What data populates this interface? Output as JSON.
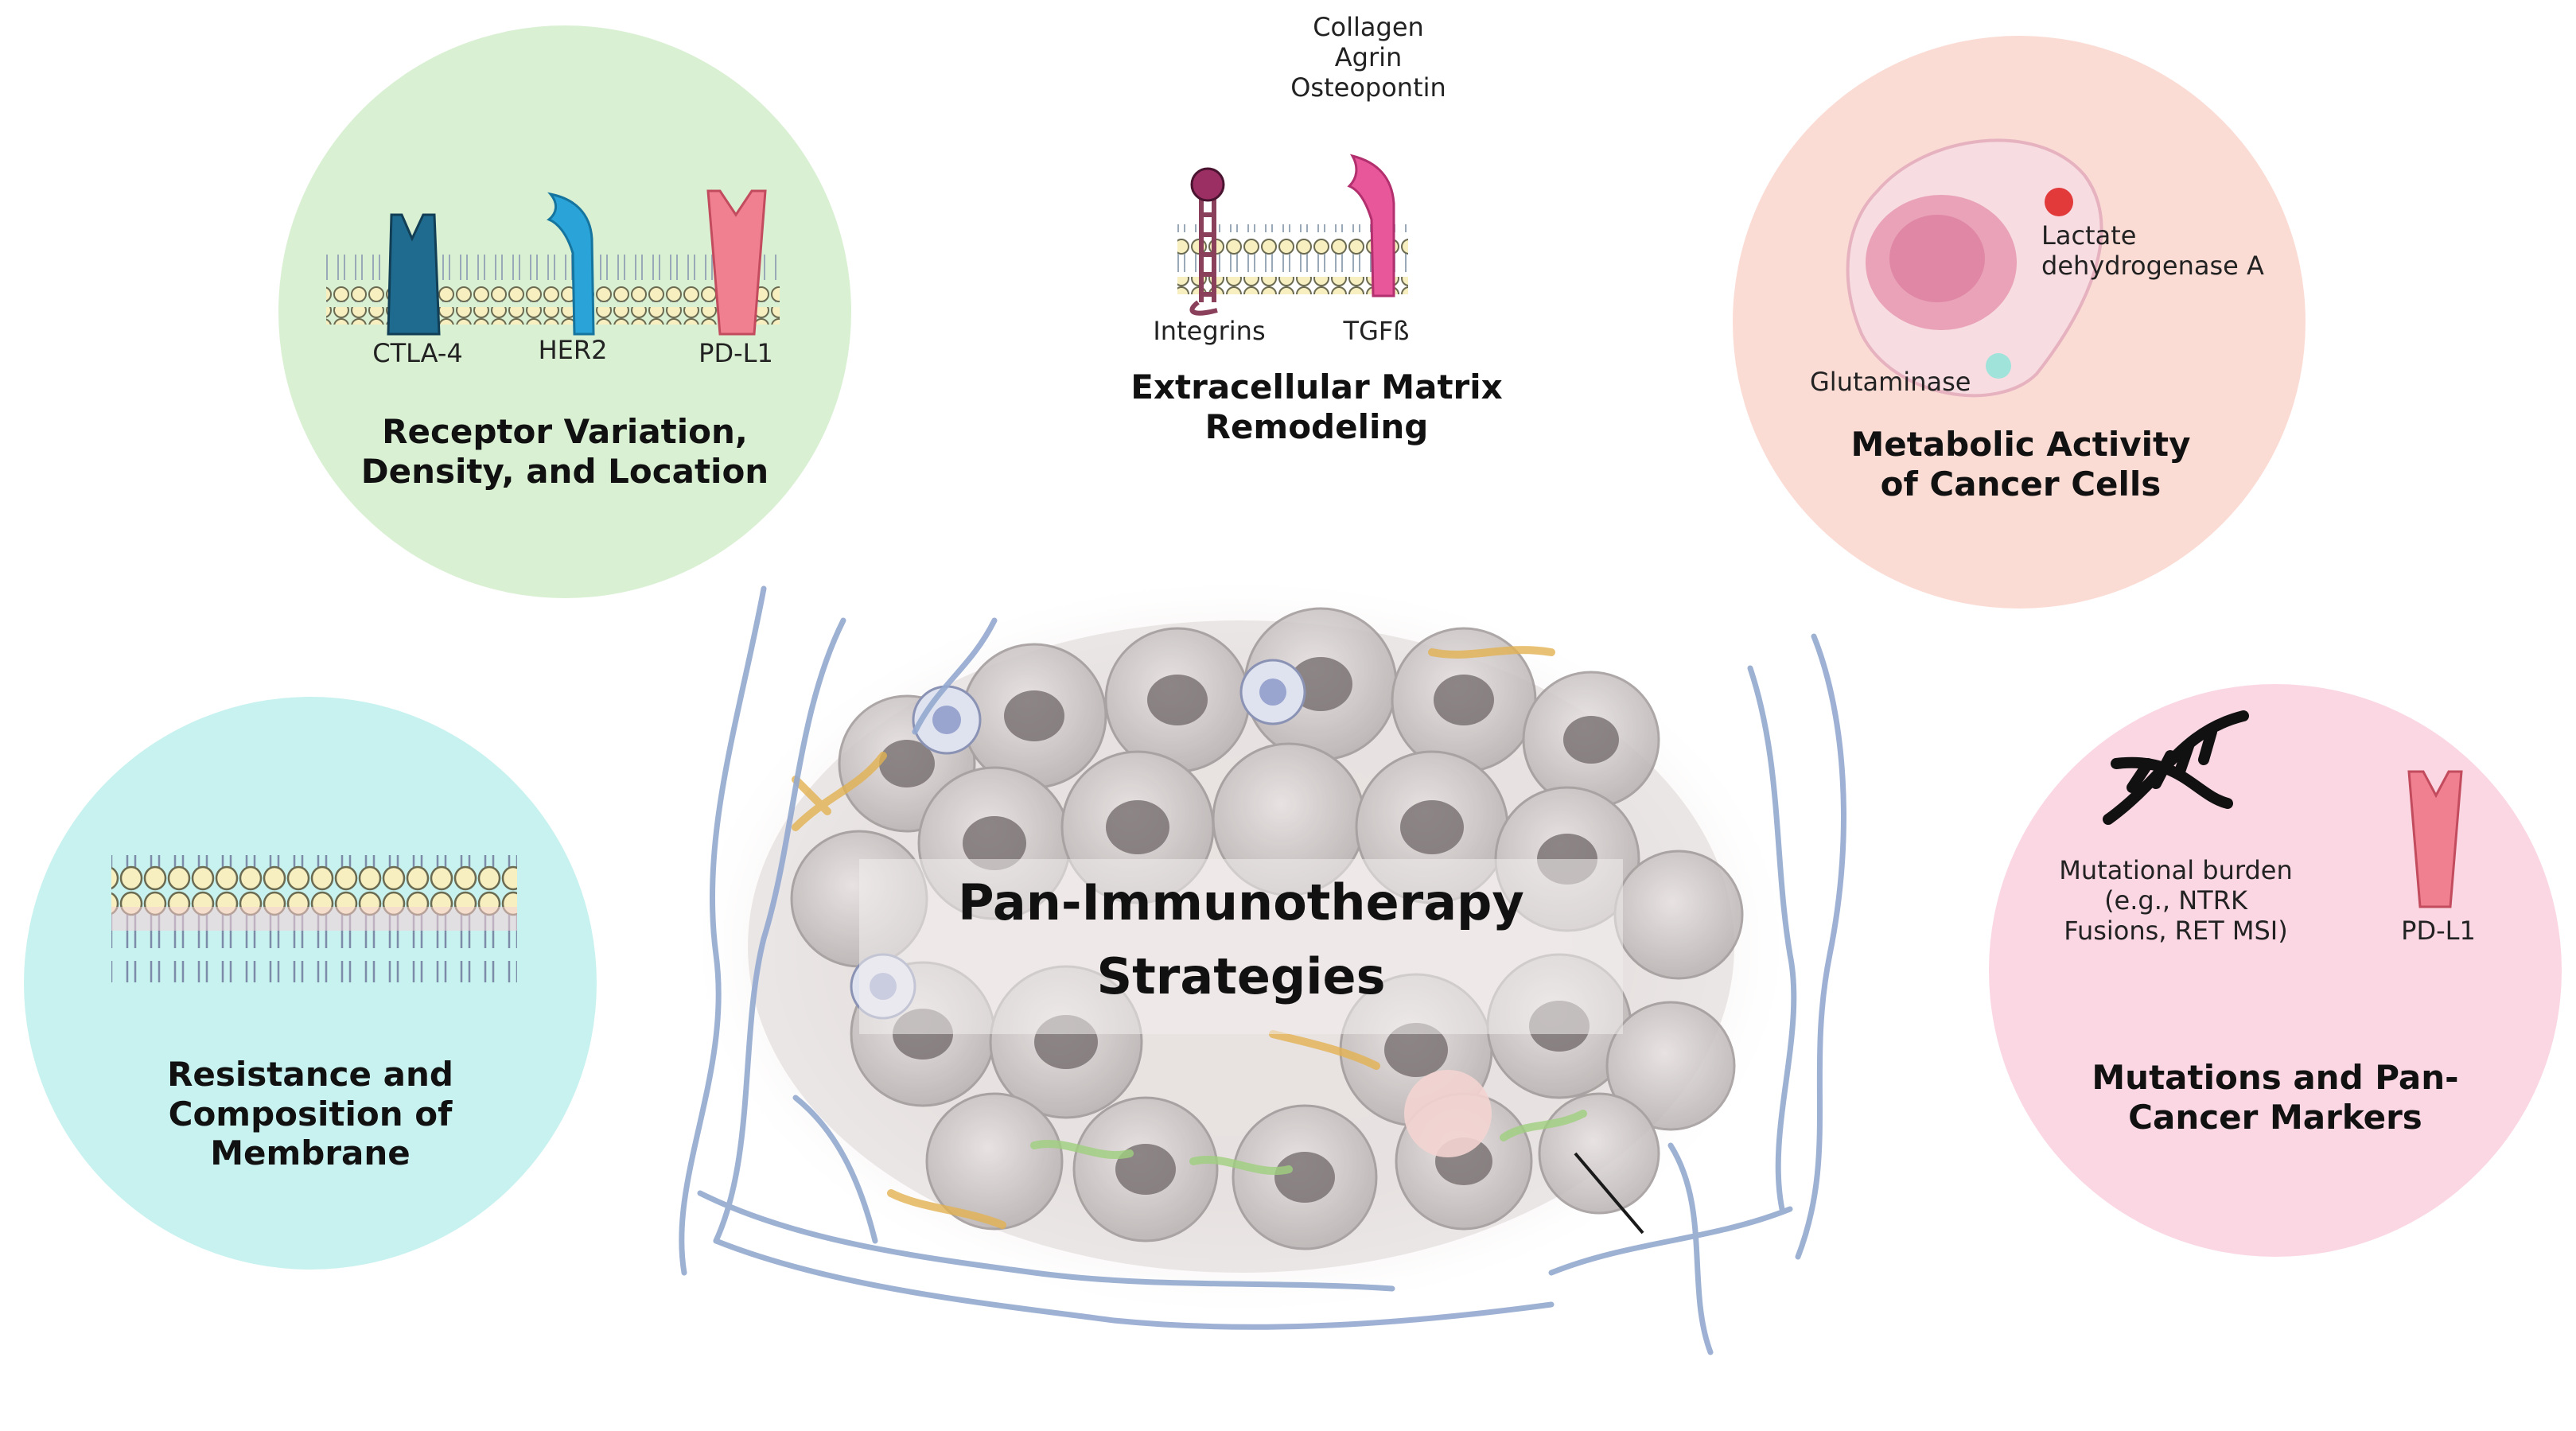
{
  "center": {
    "title_line1": "Pan-Immunotherapy",
    "title_line2": "Strategies"
  },
  "receptor": {
    "ctla4": "CTLA-4",
    "her2": "HER2",
    "pdl1": "PD-L1",
    "title_line1": "Receptor Variation,",
    "title_line2": "Density, and Location"
  },
  "ecm": {
    "collagen": "Collagen",
    "agrin": "Agrin",
    "osteopontin": "Osteopontin",
    "integrins": "Integrins",
    "tgfb": "TGFß",
    "title_line1": "Extracellular Matrix",
    "title_line2": "Remodeling"
  },
  "metabolic": {
    "lactate_line1": "Lactate",
    "lactate_line2": "dehydrogenase A",
    "glutaminase": "Glutaminase",
    "title_line1": "Metabolic Activity",
    "title_line2": "of Cancer Cells"
  },
  "membrane": {
    "title_line1": "Resistance and",
    "title_line2": "Composition of",
    "title_line3": "Membrane"
  },
  "mutations": {
    "burden_line1": "Mutational burden",
    "burden_line2": "(e.g., NTRK",
    "burden_line3": "Fusions, RET MSI)",
    "pdl1": "PD-L1",
    "title_line1": "Mutations and Pan-",
    "title_line2": "Cancer Markers"
  },
  "colors": {
    "green_circle": "#d9f0d3",
    "cyan_circle": "#c8f2ef",
    "peach_circle": "#fbdcd4",
    "pink_circle": "#fbd7e3",
    "ctla4": "#1e6b8f",
    "her2": "#2aa3d8",
    "pdl1": "#f07f90",
    "tgfb": "#e8579a",
    "integrin": "#8a3f5a",
    "fiber": "#93a9cf"
  }
}
